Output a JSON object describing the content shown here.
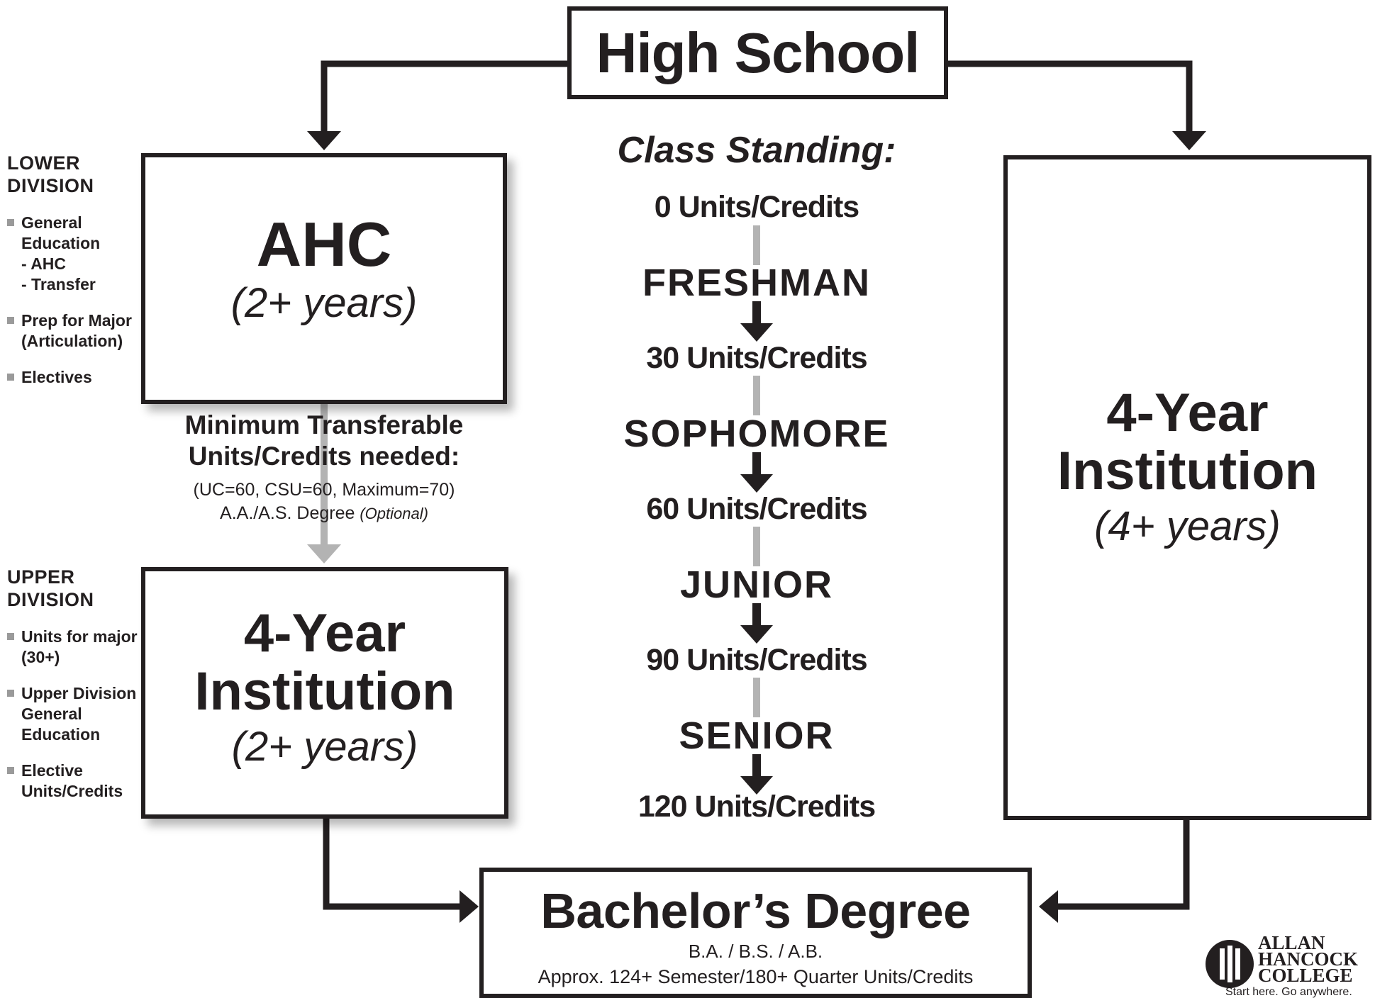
{
  "high_school": {
    "label": "High School"
  },
  "ahc_box": {
    "title": "AHC",
    "years": "(2+ years)"
  },
  "transfer_note": {
    "heading_line1": "Minimum Transferable",
    "heading_line2": "Units/Credits needed:",
    "detail": "(UC=60, CSU=60, Maximum=70)",
    "degree": "A.A./A.S. Degree",
    "degree_optional": "(Optional)"
  },
  "upper_institution_box": {
    "line1": "4-Year",
    "line2": "Institution",
    "years": "(2+ years)"
  },
  "right_institution_box": {
    "line1": "4-Year",
    "line2": "Institution",
    "years": "(4+ years)"
  },
  "lower_division": {
    "title_line1": "LOWER",
    "title_line2": "DIVISION",
    "items": [
      {
        "text": "General\nEducation\n  - AHC\n  - Transfer"
      },
      {
        "text": "Prep for Major\n(Articulation)"
      },
      {
        "text": "Electives"
      }
    ]
  },
  "upper_division": {
    "title_line1": "UPPER",
    "title_line2": "DIVISION",
    "items": [
      {
        "text": "Units for major\n(30+)"
      },
      {
        "text": "Upper Division\nGeneral\nEducation"
      },
      {
        "text": "Elective\nUnits/Credits"
      }
    ]
  },
  "class_standing": {
    "title": "Class Standing:",
    "units": [
      "0 Units/Credits",
      "30 Units/Credits",
      "60 Units/Credits",
      "90 Units/Credits",
      "120 Units/Credits"
    ],
    "ranks": [
      "FRESHMAN",
      "SOPHOMORE",
      "JUNIOR",
      "SENIOR"
    ]
  },
  "bachelor": {
    "title": "Bachelor’s Degree",
    "degrees": "B.A. / B.S. / A.B.",
    "units": "Approx. 124+ Semester/180+ Quarter Units/Credits"
  },
  "logo": {
    "line1": "ALLAN",
    "line2": "HANCOCK",
    "line3": "COLLEGE",
    "tagline": "Start here. Go anywhere."
  },
  "colors": {
    "ink": "#231f20",
    "gray_connector": "#b3b3b3",
    "bullet": "#9a9a9a"
  }
}
